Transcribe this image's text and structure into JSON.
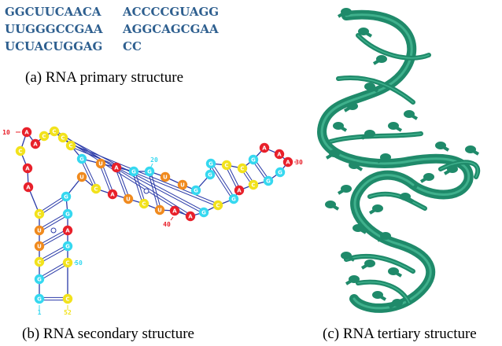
{
  "primary": {
    "rows": [
      [
        "GGCUUCAACA",
        "ACCCCGUAGG"
      ],
      [
        "UUGGGCCGAA",
        "AGGCAGCGAA"
      ],
      [
        "UCUACUGGAG",
        "CC"
      ]
    ],
    "caption": "(a) RNA primary structure"
  },
  "secondary": {
    "caption": "(b) RNA secondary structure",
    "markers": [
      "1",
      "10",
      "20",
      "30",
      "40",
      "50",
      "52"
    ],
    "colors": {
      "A": "#e8202a",
      "C": "#f2e21c",
      "G": "#35d8f0",
      "U": "#f08a1e"
    },
    "nucleotides": [
      "G",
      "G",
      "C",
      "U",
      "U",
      "C",
      "A",
      "A",
      "C",
      "A",
      "A",
      "C",
      "C",
      "C",
      "C",
      "G",
      "U",
      "A",
      "G",
      "G",
      "U",
      "U",
      "G",
      "G",
      "G",
      "C",
      "C",
      "G",
      "A",
      "A",
      "A",
      "G",
      "G",
      "C",
      "A",
      "G",
      "C",
      "G",
      "A",
      "A",
      "U",
      "C",
      "U",
      "A",
      "C",
      "U",
      "G",
      "G",
      "A",
      "G",
      "C",
      "C"
    ]
  },
  "tertiary": {
    "caption": "(c) RNA tertiary structure",
    "color": "#1f8a6a"
  }
}
